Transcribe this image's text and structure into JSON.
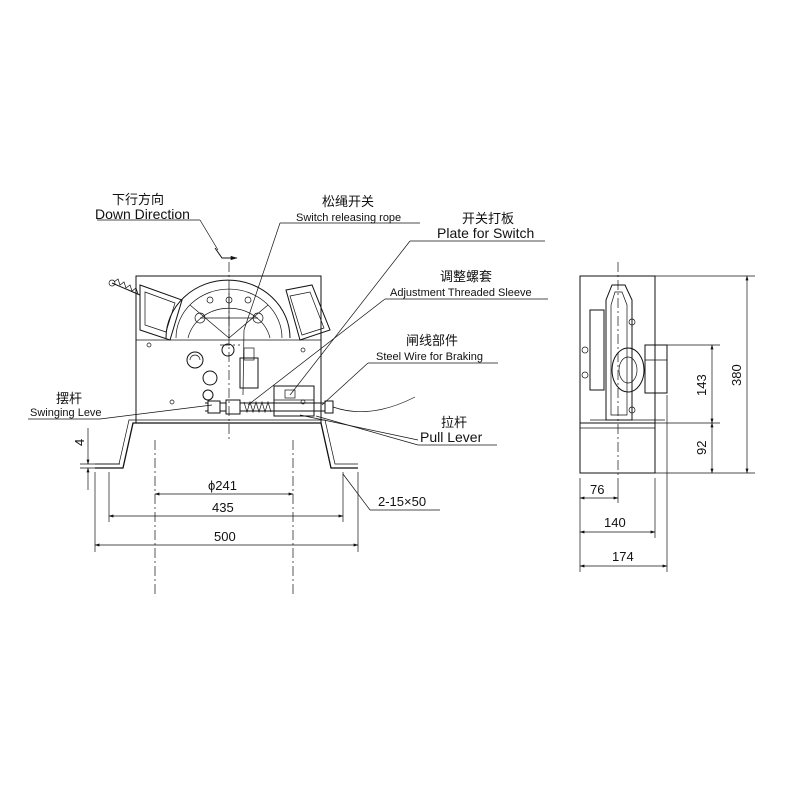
{
  "labels": {
    "down_direction": {
      "cn": "下行方向",
      "en": "Down Direction"
    },
    "switch_rope": {
      "cn": "松绳开关",
      "en": "Switch releasing rope"
    },
    "plate_switch": {
      "cn": "开关打板",
      "en": "Plate for Switch"
    },
    "adjust_sleeve": {
      "cn": "调整螺套",
      "en": "Adjustment Threaded Sleeve"
    },
    "steel_wire": {
      "cn": "闸线部件",
      "en": "Steel Wire for Braking"
    },
    "swinging_lever": {
      "cn": "摆杆",
      "en": "Swinging Leve"
    },
    "pull_lever": {
      "cn": "拉杆",
      "en": "Pull Lever"
    }
  },
  "dimensions": {
    "thickness": "4",
    "phi": "ϕ241",
    "w435": "435",
    "w500": "500",
    "holes": "2-15×50",
    "h380": "380",
    "h143": "143",
    "h92": "92",
    "w76": "76",
    "w140": "140",
    "w174": "174"
  }
}
